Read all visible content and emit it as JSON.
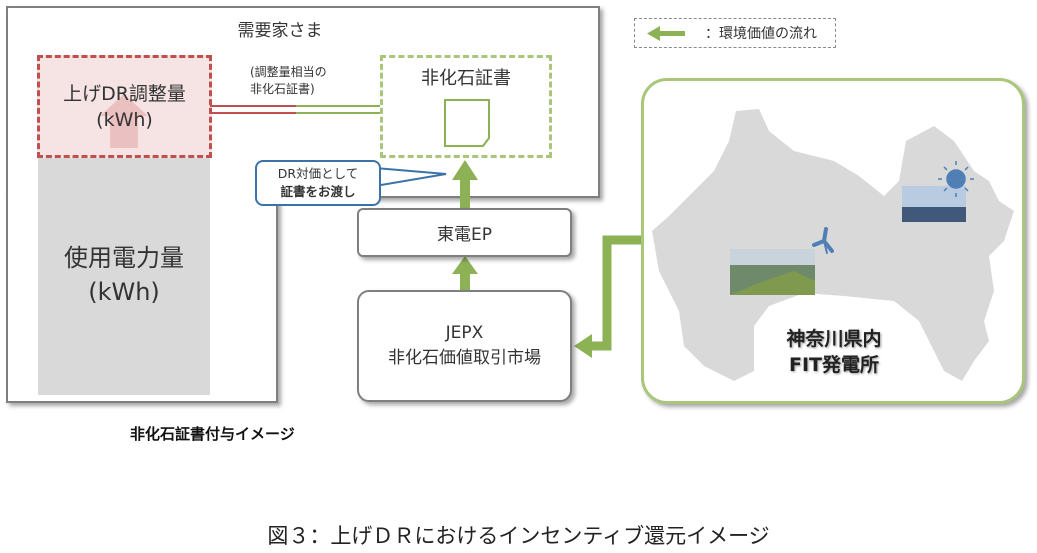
{
  "customer": {
    "title": "需要家さま",
    "dr_box": {
      "line1": "上げDR調整量",
      "line2": "(kWh)"
    },
    "usage_box": {
      "line1": "使用電力量",
      "line2": "(kWh)"
    },
    "certificate_box": {
      "title": "非化石証書"
    },
    "link_note": {
      "line1": "(調整量相当の",
      "line2": "非化石証書)"
    },
    "callout": {
      "line1": "DR対価として",
      "line2": "証書をお渡し"
    }
  },
  "tepco_box": {
    "label": "東電EP"
  },
  "jepx_box": {
    "line1": "JEPX",
    "line2": "非化石価値取引市場"
  },
  "legend": {
    "label": "：環境価値の流れ"
  },
  "map_panel": {
    "line1": "神奈川県内",
    "line2": "FIT発電所"
  },
  "sub_caption": "非化石証書付与イメージ",
  "figure_caption": "図３：上げＤＲにおけるインセンティブ還元イメージ",
  "colors": {
    "green": "#8db255",
    "red": "#c0504d",
    "blue": "#3b73a8",
    "gray": "#d9d9d9"
  }
}
